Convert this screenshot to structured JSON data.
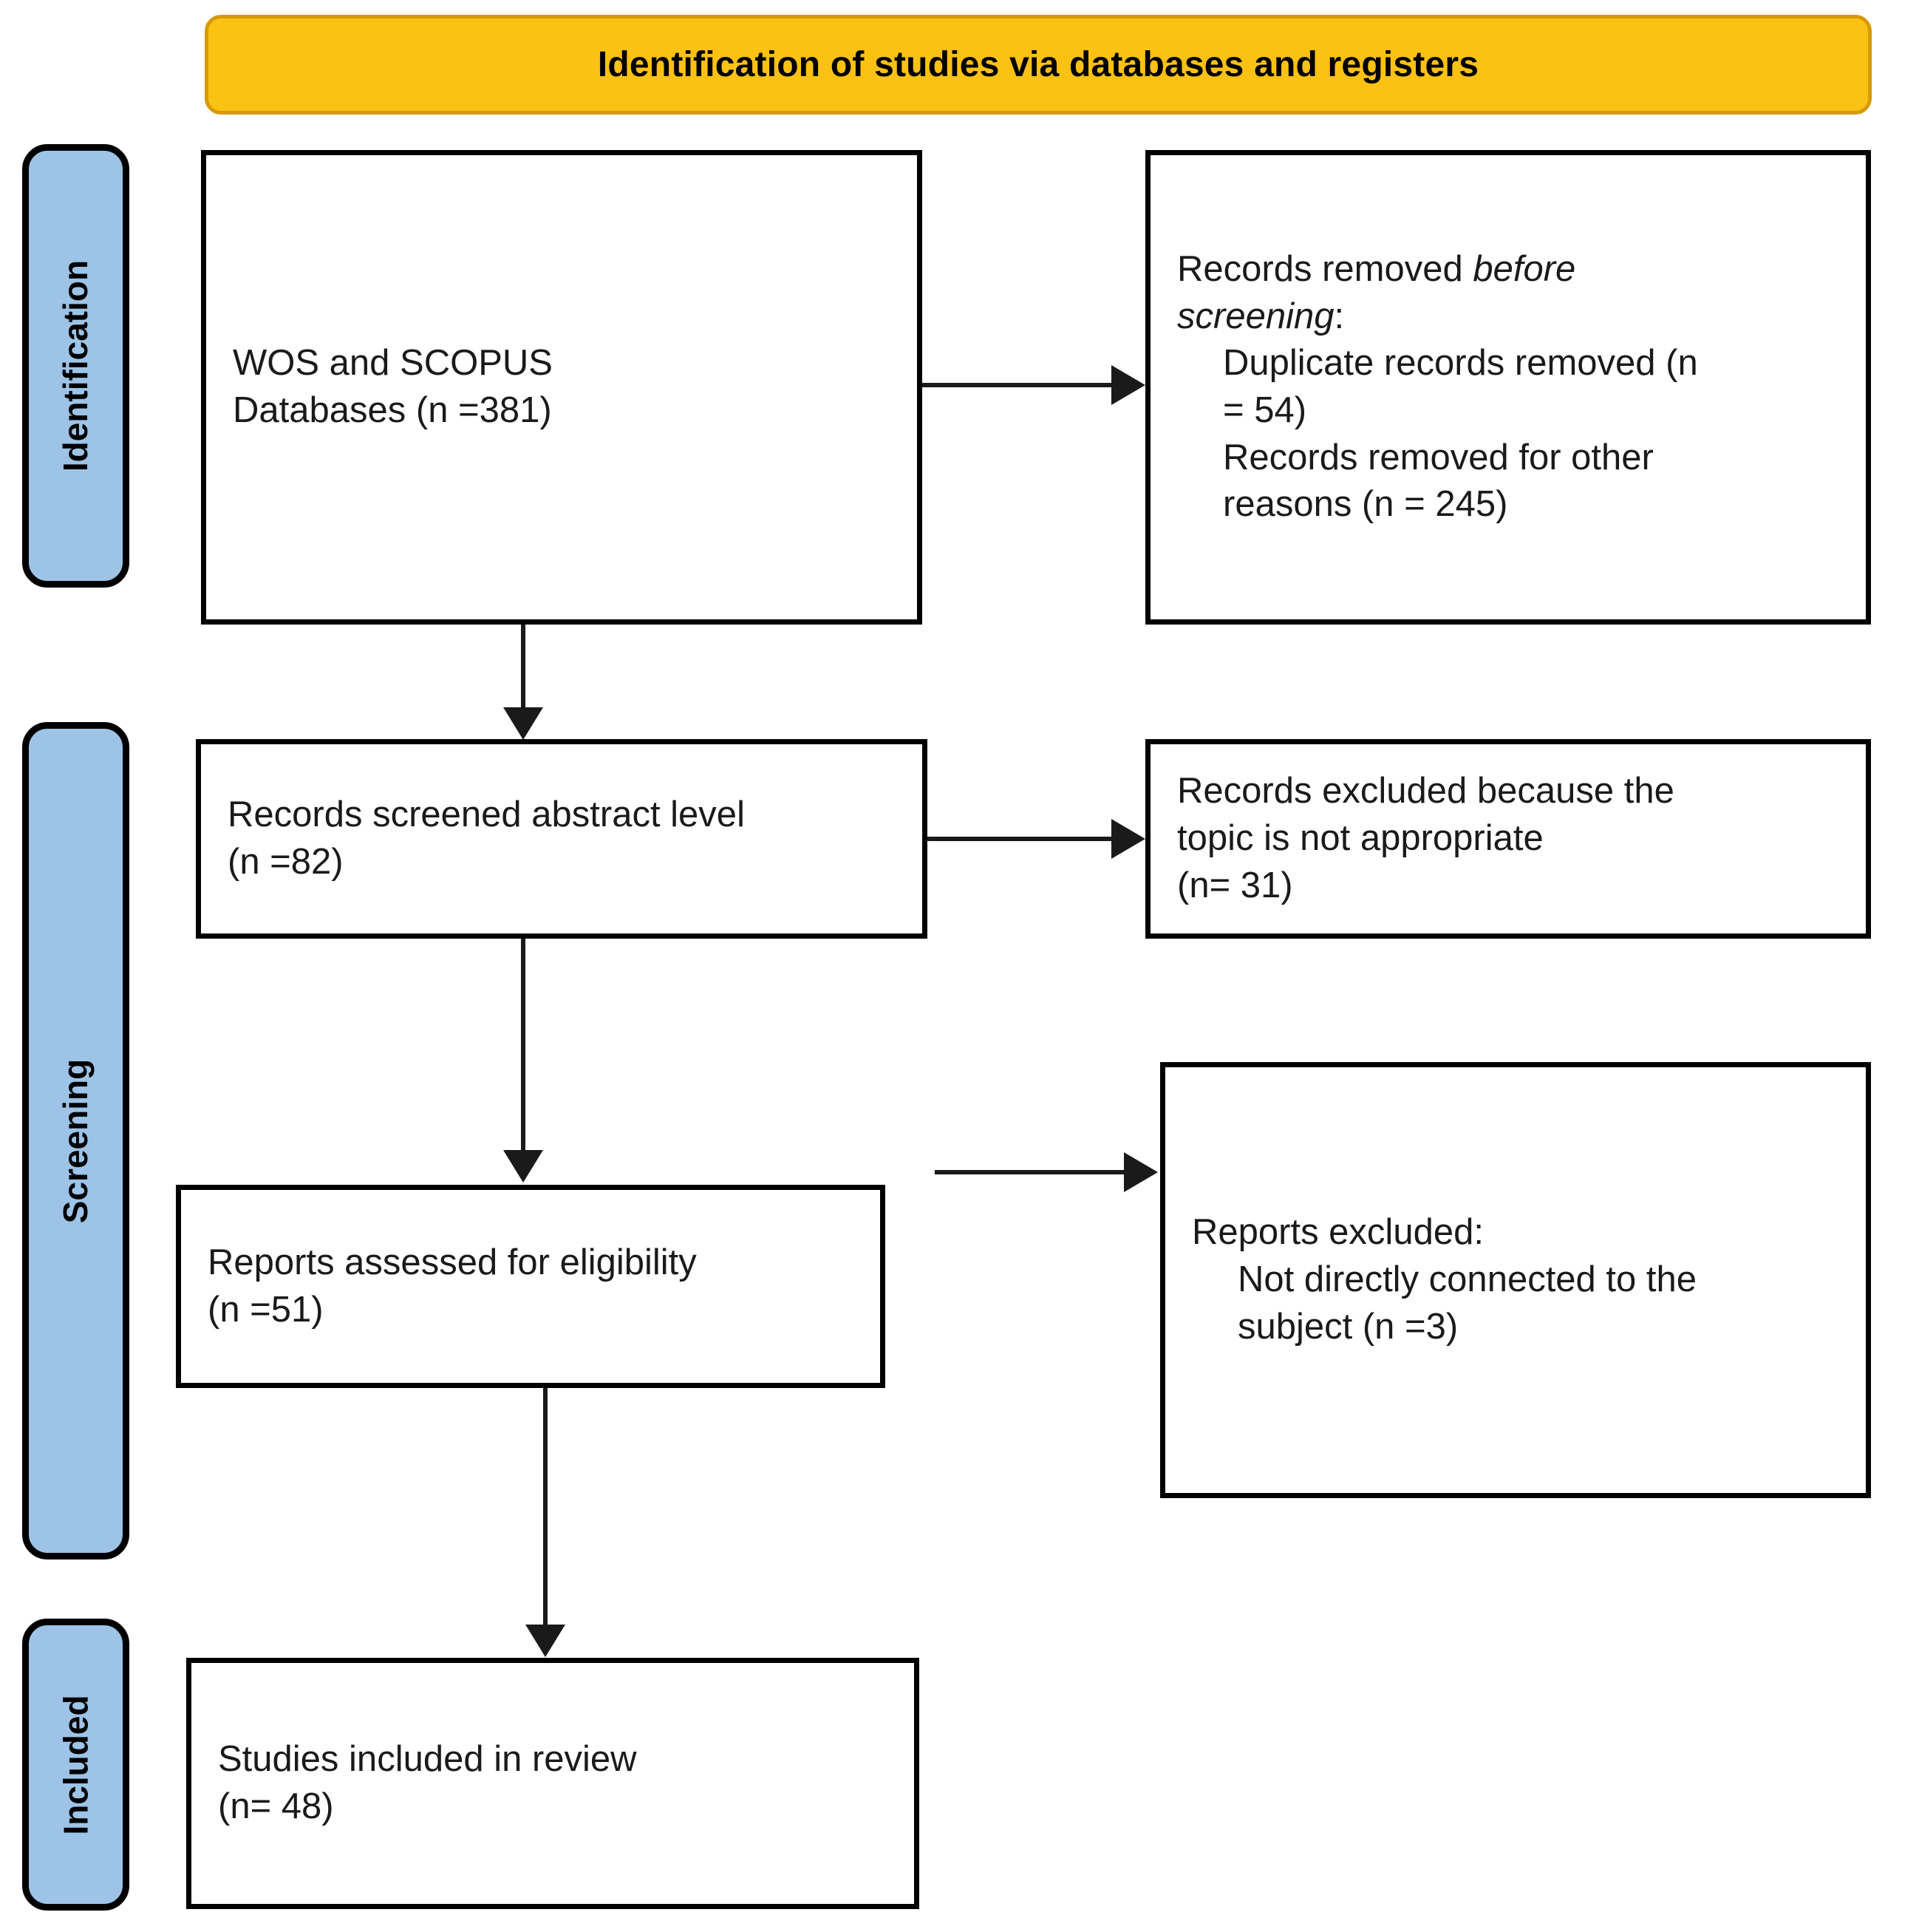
{
  "banner": {
    "title": "Identification of studies via databases and registers",
    "fill_color": "#FBC113",
    "border_color": "#D69A07"
  },
  "stages": {
    "fill_color": "#9DC3E6",
    "identification_label": "Identification",
    "screening_label": "Screening",
    "included_label": "Included"
  },
  "boxes": {
    "sources": {
      "line1": "WOS and SCOPUS",
      "line2": "Databases (n =381)"
    },
    "records_removed": {
      "line1_prefix": "Records removed ",
      "line1_italic": "before",
      "line2_italic": "screening",
      "line2_suffix": ":",
      "line3": "Duplicate records removed (n",
      "line4": "= 54)",
      "line5": "Records removed for other",
      "line6": "reasons (n = 245)"
    },
    "records_screened": {
      "line1": "Records screened abstract level",
      "line2": "(n =82)"
    },
    "records_excluded": {
      "line1": "Records excluded because the",
      "line2": "topic is not appropriate",
      "line3": "(n= 31)"
    },
    "reports_eligibility": {
      "line1": "Reports assessed for eligibility",
      "line2": "(n =51)"
    },
    "reports_excluded": {
      "line1": "Reports excluded:",
      "line2": "Not directly connected to the",
      "line3": "subject (n =3)"
    },
    "studies_included": {
      "line1": "Studies included in review",
      "line2": "(n= 48)"
    }
  },
  "chart_data": {
    "type": "diagram",
    "title": "Identification of studies via databases and registers",
    "nodes": [
      {
        "id": "sources",
        "stage": "Identification",
        "label": "WOS and SCOPUS Databases",
        "n": 381
      },
      {
        "id": "duplicates_removed",
        "stage": "Identification",
        "label": "Duplicate records removed",
        "n": 54
      },
      {
        "id": "other_removed",
        "stage": "Identification",
        "label": "Records removed for other reasons",
        "n": 245
      },
      {
        "id": "screened",
        "stage": "Screening",
        "label": "Records screened abstract level",
        "n": 82
      },
      {
        "id": "excluded_topic",
        "stage": "Screening",
        "label": "Records excluded because the topic is not appropriate",
        "n": 31
      },
      {
        "id": "eligibility",
        "stage": "Screening",
        "label": "Reports assessed for eligibility",
        "n": 51
      },
      {
        "id": "excluded_subject",
        "stage": "Screening",
        "label": "Not directly connected to the subject",
        "n": 3
      },
      {
        "id": "included",
        "stage": "Included",
        "label": "Studies included in review",
        "n": 48
      }
    ],
    "edges": [
      {
        "from": "sources",
        "to": "duplicates_removed",
        "direction": "right"
      },
      {
        "from": "sources",
        "to": "screened",
        "direction": "down"
      },
      {
        "from": "screened",
        "to": "excluded_topic",
        "direction": "right"
      },
      {
        "from": "screened",
        "to": "eligibility",
        "direction": "down"
      },
      {
        "from": "eligibility",
        "to": "excluded_subject",
        "direction": "right"
      },
      {
        "from": "eligibility",
        "to": "included",
        "direction": "down"
      }
    ]
  }
}
